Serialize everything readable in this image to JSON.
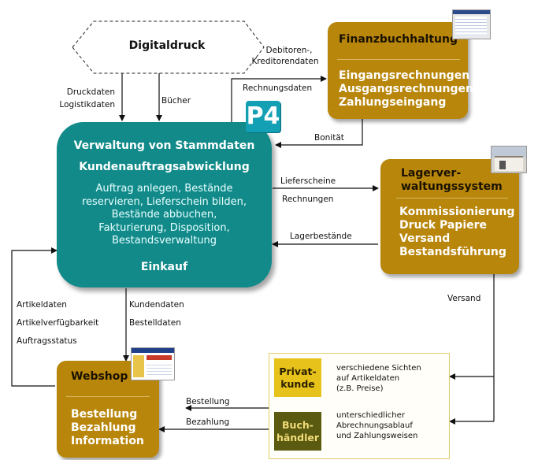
{
  "digitaldruck": {
    "label": "Digitaldruck"
  },
  "finanzbuchhaltung": {
    "title": "Finanzbuchhaltung",
    "items": [
      "Eingangsrechnungen",
      "Ausgangsrechnungen",
      "Zahlungseingang"
    ]
  },
  "lager": {
    "title_lines": [
      "Lagerver-",
      "waltungssystem"
    ],
    "items": [
      "Kommissionierung",
      "Druck Papiere",
      "Versand",
      "Bestandsführung"
    ]
  },
  "center": {
    "logo": "P4",
    "heading1": "Verwaltung von Stammdaten",
    "heading2": "Kundenauftragsabwicklung",
    "body_lines": [
      "Auftrag anlegen, Bestände",
      "reservieren, Lieferschein bilden,",
      "Bestände abbuchen,",
      "Fakturierung, Disposition,",
      "Bestandsverwaltung"
    ],
    "footer": "Einkauf"
  },
  "webshop": {
    "title": "Webshop",
    "items": [
      "Bestellung",
      "Bezahlung",
      "Information"
    ]
  },
  "customers": [
    {
      "label_lines": [
        "Privat-",
        "kunde"
      ],
      "desc_lines": [
        "verschiedene Sichten",
        "auf Artikeldaten",
        "(z.B. Preise)"
      ],
      "color": "#e6c21a"
    },
    {
      "label_lines": [
        "Buch-",
        "händler"
      ],
      "desc_lines": [
        "unterschiedlicher",
        "Abrechnungsablauf",
        "und Zahlungsweisen"
      ],
      "color": "#5a5a10"
    }
  ],
  "edge_labels": {
    "druckdaten": "Druckdaten",
    "logistikdaten": "Logistikdaten",
    "buecher": "Bücher",
    "debitoren": "Debitoren-,",
    "kreditoren": "Kreditorendaten",
    "rechnungsdaten": "Rechnungsdaten",
    "bonitaet": "Bonität",
    "lieferscheine": "Lieferscheine",
    "rechnungen": "Rechnungen",
    "lagerbestaende": "Lagerbestände",
    "versand": "Versand",
    "artikeldaten": "Artikeldaten",
    "artikelverfuegbarkeit": "Artikelverfügbarkeit",
    "auftragsstatus": "Auftragsstatus",
    "kundendaten": "Kundendaten",
    "bestelldaten": "Bestelldaten",
    "bestellung": "Bestellung",
    "bezahlung": "Bezahlung"
  },
  "colors": {
    "gold": "#b8860b",
    "teal": "#128a8a",
    "p4": "#13a0b4",
    "privat": "#e6c21a",
    "buch": "#5a5a10"
  }
}
